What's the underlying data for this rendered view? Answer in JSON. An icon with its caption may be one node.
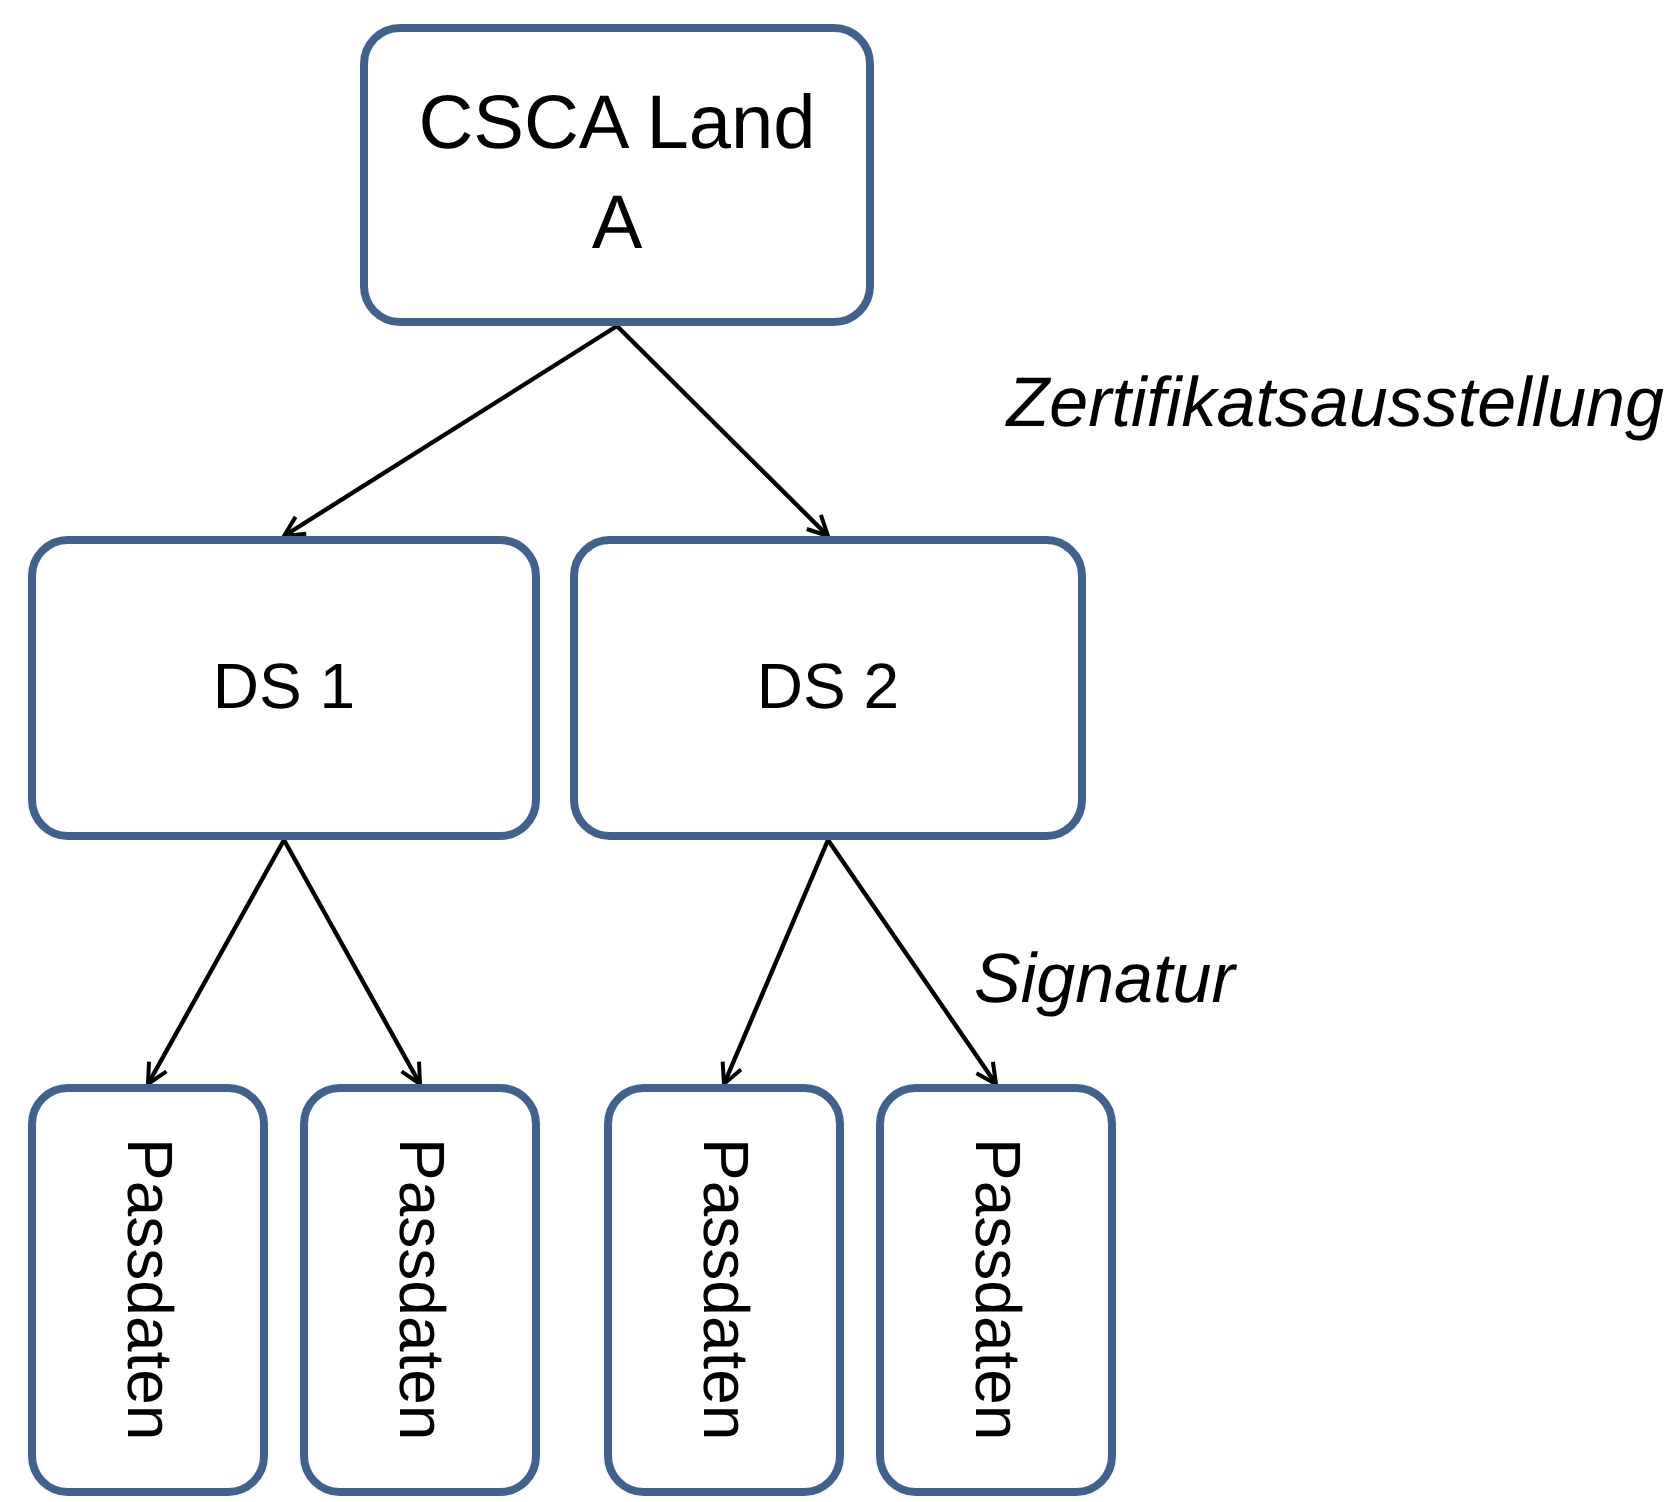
{
  "diagram": {
    "nodes": [
      {
        "text": [
          "CSCA Land A"
        ]
      },
      {
        "text": [
          "DS 1"
        ]
      },
      {
        "text": [
          "DS 2"
        ]
      },
      {
        "text": [
          "Passdaten"
        ]
      },
      {
        "text": [
          "Passdaten"
        ]
      },
      {
        "text": [
          "Passdaten"
        ]
      },
      {
        "text": [
          "Passdaten"
        ]
      }
    ],
    "edges": [
      {
        "from": 0,
        "to": 1,
        "arrow": "to"
      },
      {
        "from": 0,
        "to": 2,
        "arrow": "to"
      },
      {
        "from": 1,
        "to": 3,
        "arrow": "to"
      },
      {
        "from": 1,
        "to": 4,
        "arrow": "to"
      },
      {
        "from": 2,
        "to": 5,
        "arrow": "to"
      },
      {
        "from": 2,
        "to": 6,
        "arrow": "to"
      }
    ],
    "labels": [
      "Zertifikatsausstellung",
      "Signatur"
    ]
  }
}
